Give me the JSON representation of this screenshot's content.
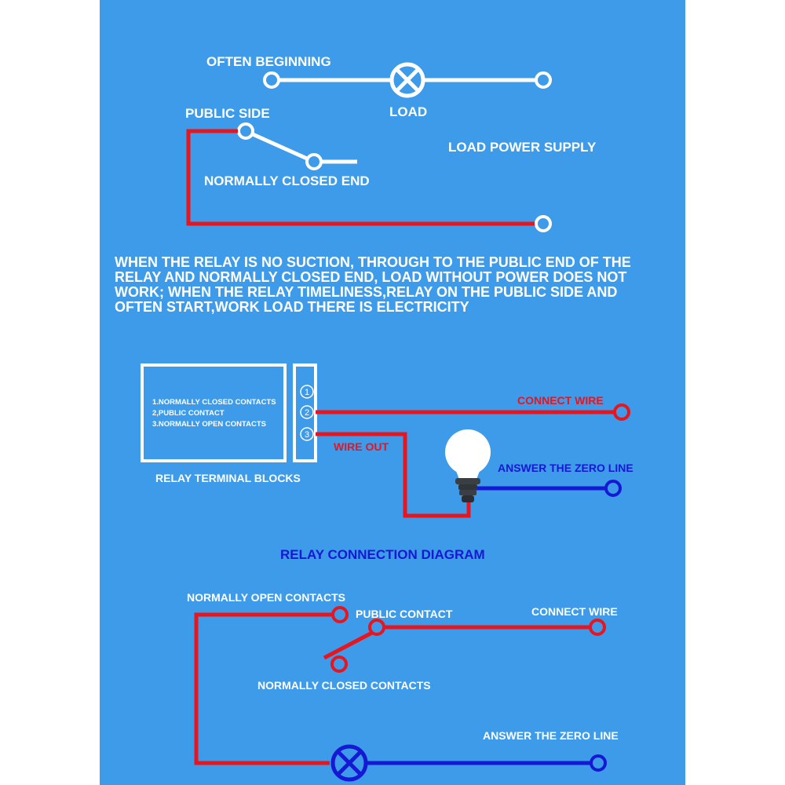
{
  "colors": {
    "background": "#3d9be9",
    "wire_red": "#e8141e",
    "wire_blue": "#1619d4",
    "wire_white": "#ffffff",
    "bulb_base": "#3a3f45"
  },
  "top_circuit": {
    "often_beginning": "OFTEN BEGINNING",
    "load": "LOAD",
    "public_side": "PUBLIC SIDE",
    "normally_closed_end": "NORMALLY CLOSED END",
    "load_power_supply": "LOAD POWER SUPPLY"
  },
  "description": [
    "WHEN THE RELAY IS NO SUCTION, THROUGH TO THE PUBLIC END OF THE",
    "RELAY AND NORMALLY CLOSED END, LOAD WITHOUT POWER DOES NOT",
    "WORK; WHEN THE RELAY TIMELINESS,RELAY ON THE PUBLIC SIDE AND",
    "OFTEN START,WORK LOAD THERE IS ELECTRICITY"
  ],
  "terminal_block": {
    "items": [
      "1.NORMALLY CLOSED CONTACTS",
      "2,PUBLIC CONTACT",
      "3.NORMALLY OPEN CONTACTS"
    ],
    "numbers": [
      "1",
      "2",
      "3"
    ],
    "caption": "RELAY TERMINAL BLOCKS"
  },
  "middle_circuit": {
    "connect_wire": "CONNECT WIRE",
    "wire_out": "WIRE OUT",
    "answer_zero_line": "ANSWER THE ZERO LINE",
    "bulb_icon": "light-bulb-icon"
  },
  "section_title": "RELAY CONNECTION DIAGRAM",
  "bottom_circuit": {
    "normally_open_contacts": "NORMALLY OPEN CONTACTS",
    "public_contact": "PUBLIC CONTACT",
    "connect_wire": "CONNECT WIRE",
    "normally_closed_contacts": "NORMALLY CLOSED CONTACTS",
    "answer_zero_line": "ANSWER THE ZERO LINE"
  }
}
